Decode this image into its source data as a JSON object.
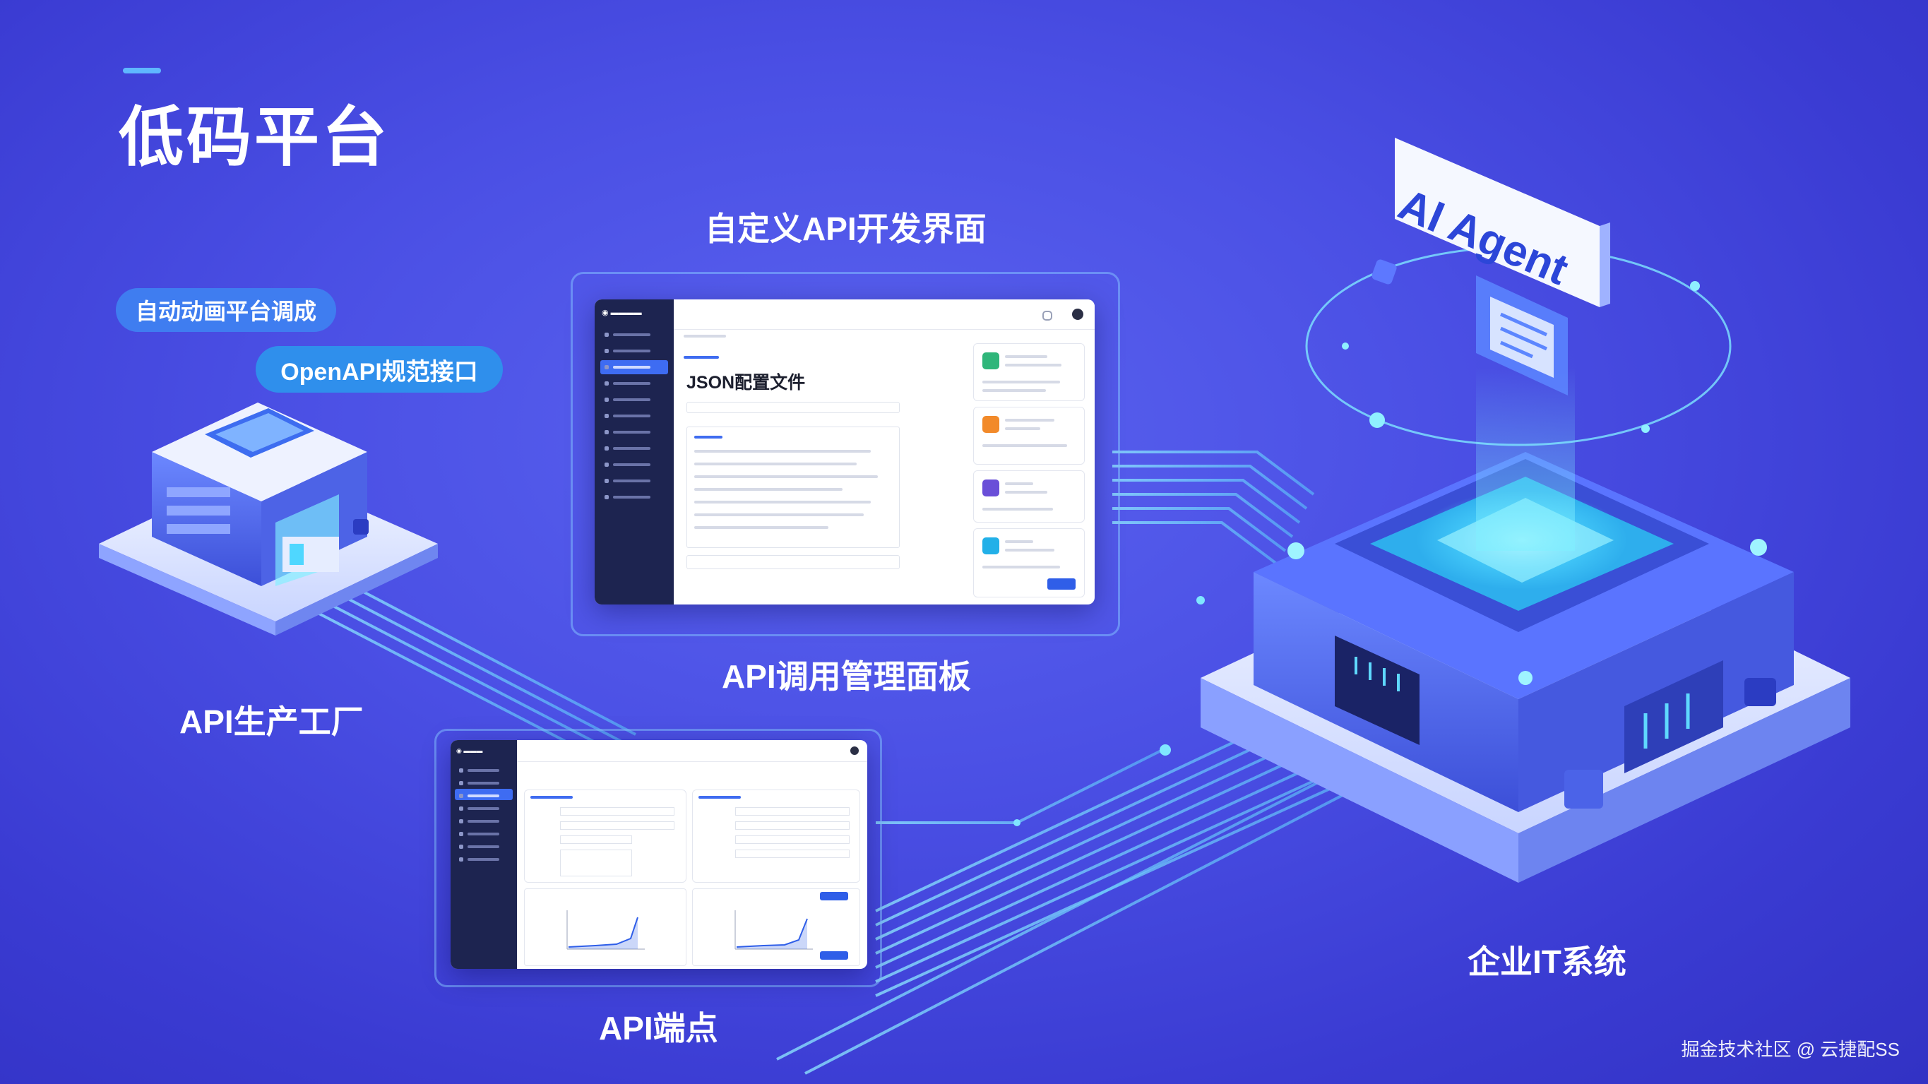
{
  "title": "低码平台",
  "labels": {
    "custom_api_ui": "自定义API开发界面",
    "api_call_panel": "API调用管理面板",
    "api_factory": "API生产工厂",
    "api_endpoint": "API端点",
    "enterprise_it": "企业IT系统"
  },
  "pills": {
    "auto_debug": "自动动画平台调成",
    "openapi": "OpenAPI规范接口"
  },
  "ai_agent_sign": "AI Agent",
  "config_window": {
    "heading": "JSON配置文件"
  },
  "footer": "掘金技术社区 @ 云捷配SS",
  "colors": {
    "background": "#4448dc",
    "accent_cyan": "#5fd8ff",
    "pill_blue": "#3f7df0",
    "sidebar_dark": "#1d2450",
    "primary_button": "#2f5ee8"
  }
}
